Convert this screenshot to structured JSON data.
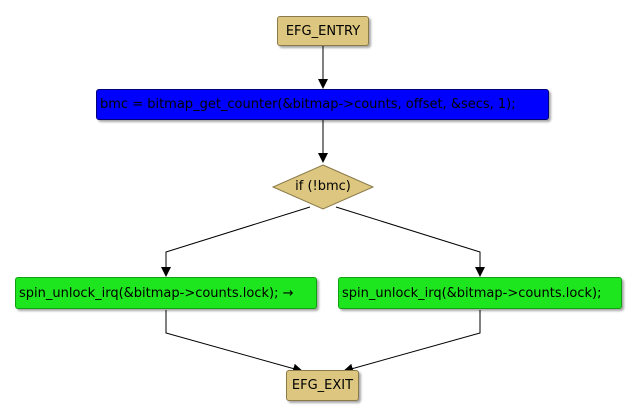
{
  "diagram": {
    "nodes": {
      "entry": {
        "label": "EFG_ENTRY"
      },
      "get_counter": {
        "label": "bmc = bitmap_get_counter(&bitmap->counts, offset, &secs, 1);"
      },
      "condition": {
        "label": "if (!bmc)"
      },
      "unlock_left": {
        "label": "spin_unlock_irq(&bitmap->counts.lock); →"
      },
      "unlock_right": {
        "label": "spin_unlock_irq(&bitmap->counts.lock);"
      },
      "exit": {
        "label": "EFG_EXIT"
      }
    },
    "edges": [
      {
        "from": "entry",
        "to": "get_counter"
      },
      {
        "from": "get_counter",
        "to": "condition"
      },
      {
        "from": "condition",
        "to": "unlock_left"
      },
      {
        "from": "condition",
        "to": "unlock_right"
      },
      {
        "from": "unlock_left",
        "to": "exit"
      },
      {
        "from": "unlock_right",
        "to": "exit"
      }
    ],
    "colors": {
      "terminal_fill": "#dcc680",
      "call_fill": "#0000ff",
      "statement_fill": "#1ee61e",
      "decision_fill": "#dcc680",
      "edge": "#000000"
    }
  }
}
